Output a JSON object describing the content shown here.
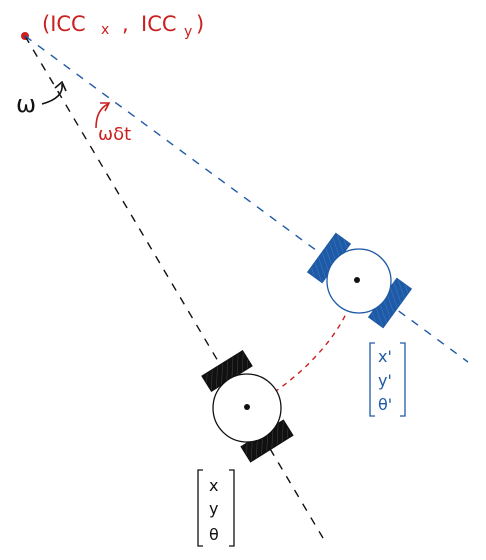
{
  "icc": {
    "label_open": "(ICC",
    "x_sub": "x",
    "comma": ",",
    "label_y": "ICC",
    "y_sub": "y",
    "label_close": ")"
  },
  "angles": {
    "omega": "ω",
    "omega_dt": "ωδt"
  },
  "pose_start": {
    "x": "x",
    "y": "y",
    "theta": "θ"
  },
  "pose_end": {
    "x": "x'",
    "y": "y'",
    "theta": "θ'"
  },
  "colors": {
    "red": "#cc1f1f",
    "blue": "#1f5aa6",
    "black": "#111111"
  }
}
